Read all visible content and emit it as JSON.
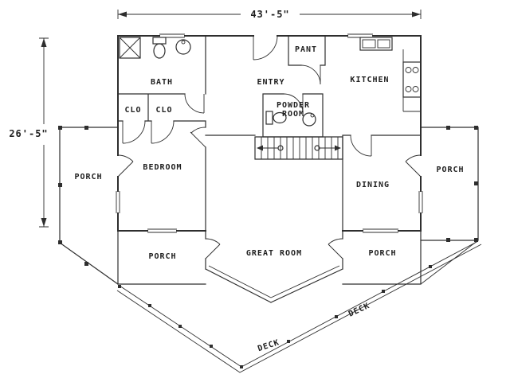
{
  "dimensions": {
    "width_label": "43'-5\"",
    "height_label": "26'-5\""
  },
  "rooms": {
    "bath": "BATH",
    "entry": "ENTRY",
    "pantry": "PANT",
    "kitchen": "KITCHEN",
    "closet_left": "CLO",
    "closet_right": "CLO",
    "powder_line1": "POWDER",
    "powder_line2": "ROOM",
    "bedroom": "BEDROOM",
    "dining": "DINING",
    "porch_left": "PORCH",
    "porch_right": "PORCH",
    "porch_bottom_left": "PORCH",
    "porch_bottom_right": "PORCH",
    "great_room": "GREAT ROOM",
    "deck_right": "DECK",
    "deck_bottom": "DECK"
  },
  "colors": {
    "ink": "#2e2e2e",
    "background": "#ffffff"
  }
}
